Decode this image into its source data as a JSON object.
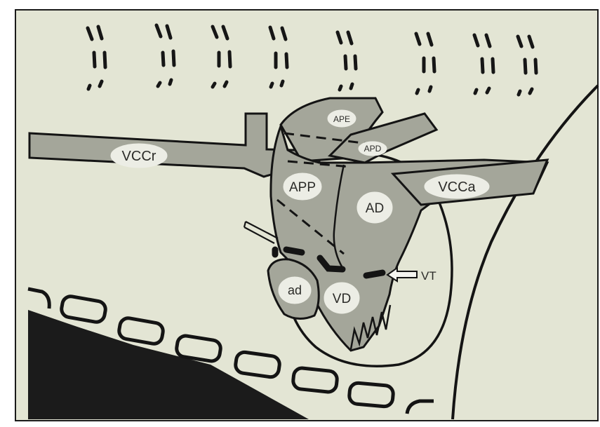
{
  "labels": {
    "vccr": "VCCr",
    "vcca": "VCCa",
    "ape": "APE",
    "apd": "APD",
    "app": "APP",
    "ad_upper": "AD",
    "ad_lower": "ad",
    "vd": "VD",
    "vt": "VT"
  },
  "colors": {
    "background": "#ffffff",
    "paper": "#e3e5d4",
    "vessel_fill": "#a4a69a",
    "ink": "#141414",
    "label_oval": "#ecede5"
  }
}
